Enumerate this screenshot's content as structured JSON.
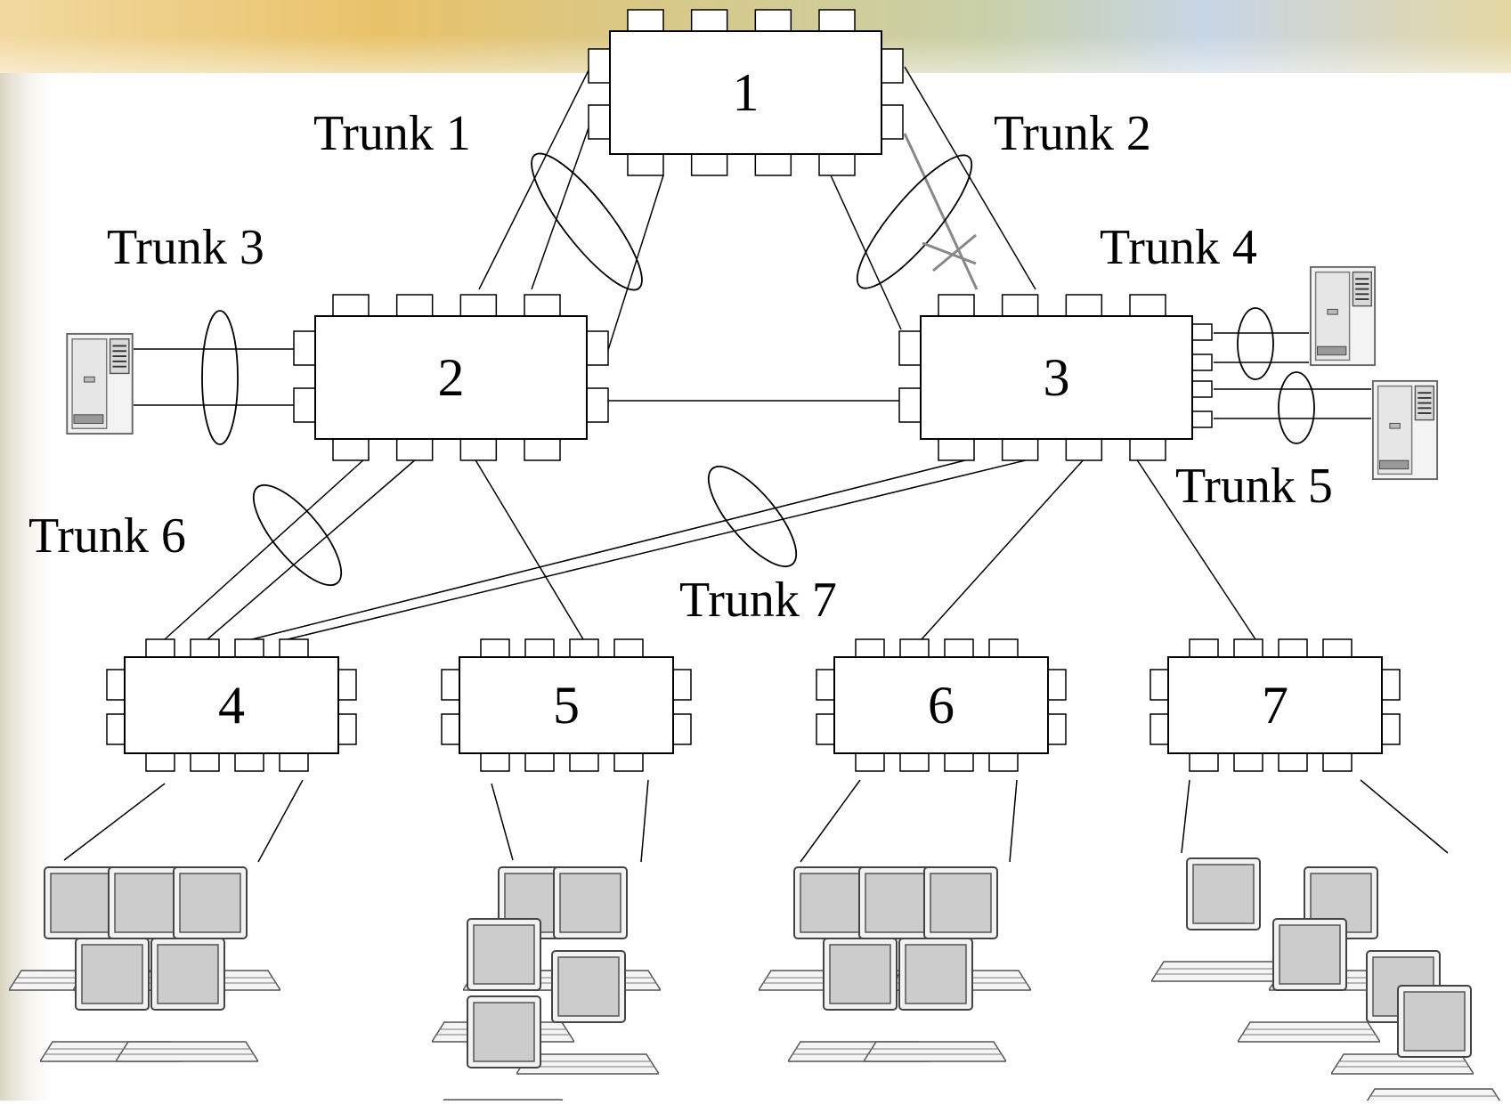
{
  "switches": [
    {
      "id": "1",
      "label": "1"
    },
    {
      "id": "2",
      "label": "2"
    },
    {
      "id": "3",
      "label": "3"
    },
    {
      "id": "4",
      "label": "4"
    },
    {
      "id": "5",
      "label": "5"
    },
    {
      "id": "6",
      "label": "6"
    },
    {
      "id": "7",
      "label": "7"
    }
  ],
  "trunks": [
    {
      "id": "trunk-1",
      "label": "Trunk 1",
      "between": [
        "1",
        "2"
      ]
    },
    {
      "id": "trunk-2",
      "label": "Trunk 2",
      "between": [
        "1",
        "3"
      ],
      "state": "blocked link"
    },
    {
      "id": "trunk-3",
      "label": "Trunk 3",
      "between": [
        "2",
        "server"
      ]
    },
    {
      "id": "trunk-4",
      "label": "Trunk 4",
      "between": [
        "3",
        "server"
      ]
    },
    {
      "id": "trunk-5",
      "label": "Trunk 5",
      "between": [
        "3",
        "server"
      ]
    },
    {
      "id": "trunk-6",
      "label": "Trunk 6",
      "between": [
        "2",
        "4"
      ]
    },
    {
      "id": "trunk-7",
      "label": "Trunk 7",
      "between": [
        "3",
        "4"
      ]
    }
  ],
  "links": [
    [
      "2",
      "3"
    ],
    [
      "2",
      "5"
    ],
    [
      "3",
      "6"
    ],
    [
      "3",
      "7"
    ]
  ],
  "servers": 3,
  "workstation_groups": [
    {
      "switch": "4",
      "count": 5
    },
    {
      "switch": "5",
      "count": 5
    },
    {
      "switch": "6",
      "count": 5
    },
    {
      "switch": "7",
      "count": 5
    }
  ],
  "icons": {
    "server": "server-tower-icon",
    "workstation": "desktop-computer-icon"
  },
  "colors": {
    "line": "#000000",
    "blocked_link": "#888888",
    "port_fill": "#ffffff",
    "screen_fill": "#cccccc"
  }
}
